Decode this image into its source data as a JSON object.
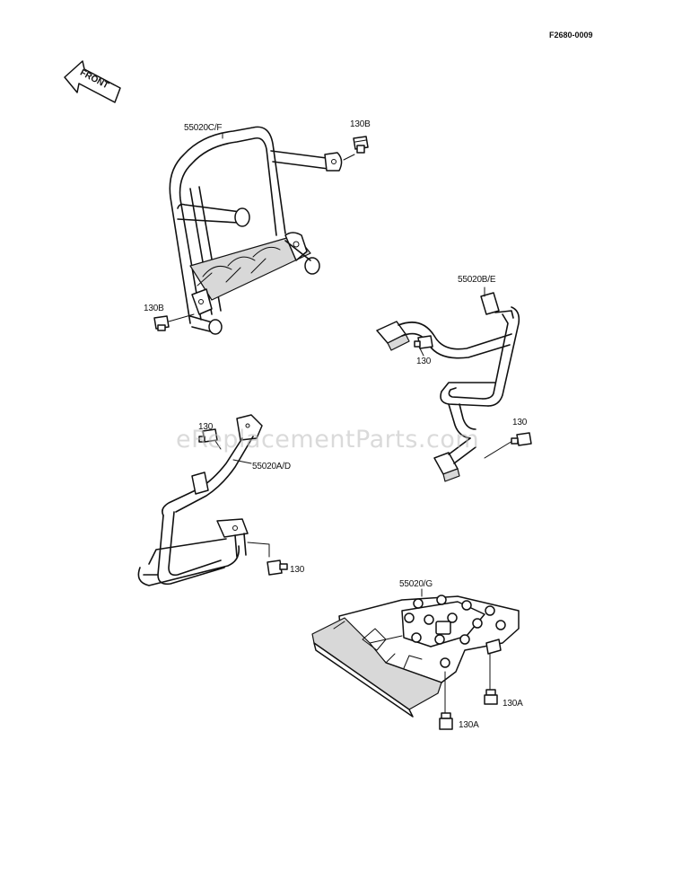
{
  "drawing_id": "F2680-0009",
  "front_label": "FRONT",
  "watermark": "eReplacementParts.com",
  "callouts": {
    "guard_front": "55020C/F",
    "bolt_front_top": "130B",
    "bolt_front_left": "130B",
    "guard_right": "55020B/E",
    "bolt_right_a": "130",
    "bolt_right_b": "130",
    "bolt_left_a": "130",
    "guard_left": "55020A/D",
    "bolt_left_b": "130",
    "skid_plate": "55020/G",
    "bolt_skid_a": "130A",
    "bolt_skid_b": "130A"
  }
}
